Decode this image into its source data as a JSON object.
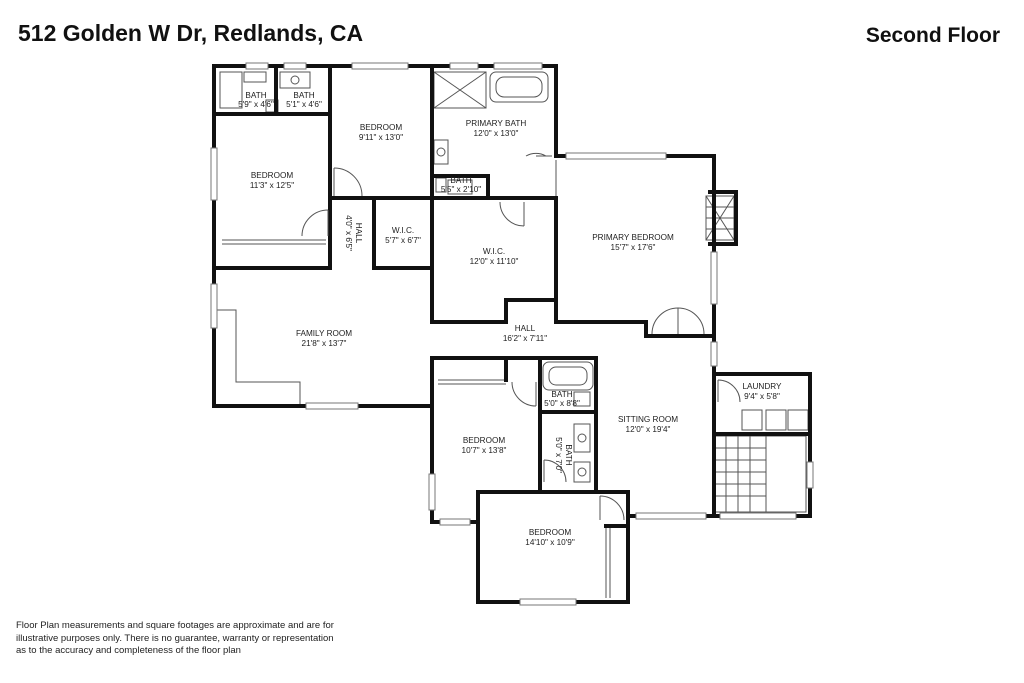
{
  "header": {
    "address": "512 Golden W Dr, Redlands, CA",
    "floor": "Second Floor"
  },
  "rooms": [
    {
      "name": "BATH",
      "dims": "5'9\" x 4'6\""
    },
    {
      "name": "BATH",
      "dims": "5'1\" x 4'6\""
    },
    {
      "name": "BEDROOM",
      "dims": "9'11\" x 13'0\""
    },
    {
      "name": "PRIMARY BATH",
      "dims": "12'0\" x 13'0\""
    },
    {
      "name": "BEDROOM",
      "dims": "11'3\" x 12'5\""
    },
    {
      "name": "BATH",
      "dims": "5'5\" x 2'10\""
    },
    {
      "name": "HALL",
      "dims": "4'0\" x 6'5\""
    },
    {
      "name": "W.I.C.",
      "dims": "5'7\" x 6'7\""
    },
    {
      "name": "W.I.C.",
      "dims": "12'0\" x 11'10\""
    },
    {
      "name": "PRIMARY BEDROOM",
      "dims": "15'7\" x 17'6\""
    },
    {
      "name": "FAMILY ROOM",
      "dims": "21'8\" x 13'7\""
    },
    {
      "name": "HALL",
      "dims": "16'2\" x 7'11\""
    },
    {
      "name": "BATH",
      "dims": "5'0\" x 8'8\""
    },
    {
      "name": "LAUNDRY",
      "dims": "9'4\" x 5'8\""
    },
    {
      "name": "SITTING ROOM",
      "dims": "12'0\" x 19'4\""
    },
    {
      "name": "BEDROOM",
      "dims": "10'7\" x 13'8\""
    },
    {
      "name": "BATH",
      "dims": "5'0\" x 7'0\""
    },
    {
      "name": "BEDROOM",
      "dims": "14'10\" x 10'9\""
    }
  ],
  "disclaimer": {
    "line1": "Floor Plan measurements and square footages are approximate and are for",
    "line2": "illustrative purposes only. There is no guarantee, warranty or representation",
    "line3": "as to the accuracy and completeness of the floor plan"
  }
}
